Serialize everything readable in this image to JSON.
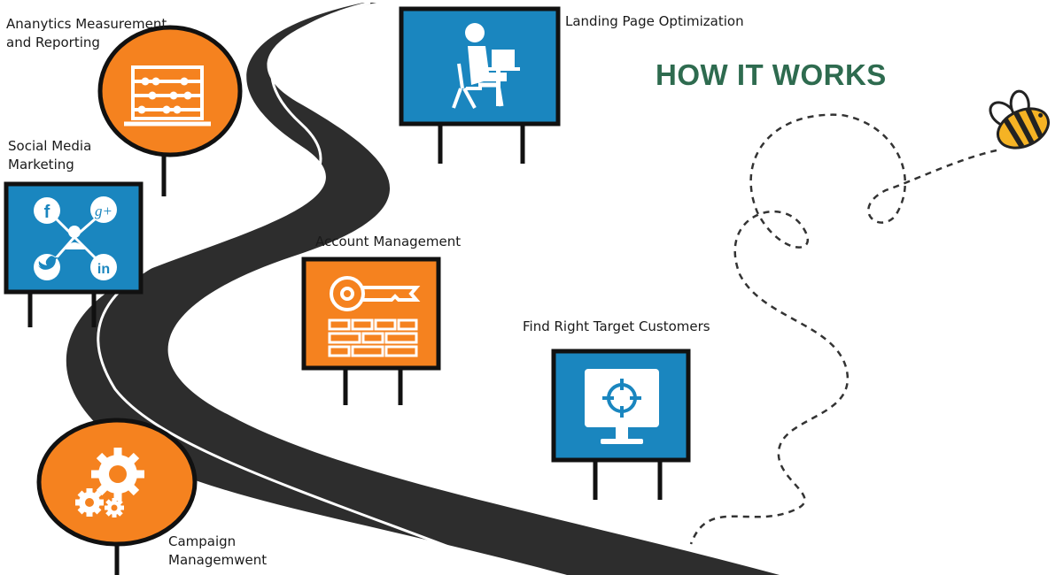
{
  "title": "HOW IT WORKS",
  "colors": {
    "road": "#2d2d2d",
    "road_line": "#ffffff",
    "sign_blue": "#1a86bf",
    "sign_orange": "#f5821f",
    "outline": "#111111",
    "title": "#2e6b4f",
    "bee_yellow": "#f5b324"
  },
  "steps": [
    {
      "id": "analytics",
      "label_lines": [
        "Ananytics Measurement",
        "and Reporting"
      ],
      "shape": "circle",
      "color": "orange",
      "icon": "abacus-icon"
    },
    {
      "id": "landing",
      "label_lines": [
        "Landing Page Optimization"
      ],
      "shape": "board",
      "color": "blue",
      "icon": "person-at-laptop-icon"
    },
    {
      "id": "social",
      "label_lines": [
        "Social Media",
        "Marketing"
      ],
      "shape": "board",
      "color": "blue",
      "icon": "social-network-icon",
      "social_icons": [
        "f",
        "g+",
        "in"
      ]
    },
    {
      "id": "account",
      "label_lines": [
        "Account Management"
      ],
      "shape": "board",
      "color": "orange",
      "icon": "key-icon"
    },
    {
      "id": "target",
      "label_lines": [
        "Find Right Target Customers"
      ],
      "shape": "board",
      "color": "blue",
      "icon": "target-monitor-icon"
    },
    {
      "id": "campaign",
      "label_lines": [
        "Campaign",
        "Managemwent"
      ],
      "shape": "circle",
      "color": "orange",
      "icon": "gears-icon"
    }
  ]
}
